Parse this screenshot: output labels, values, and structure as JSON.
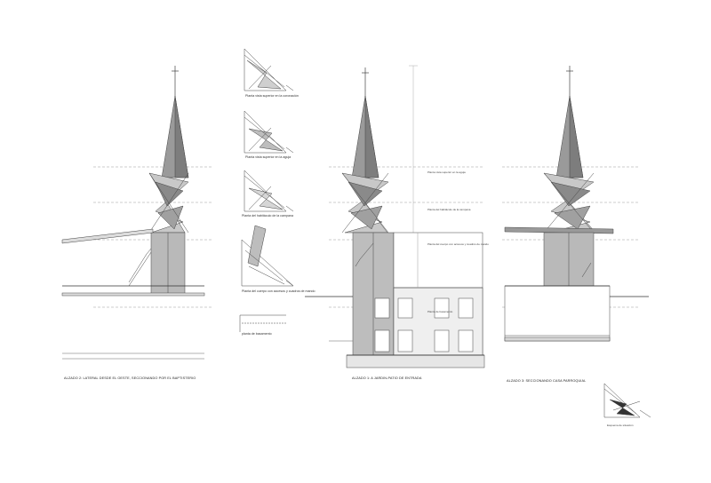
{
  "elevations": {
    "left_caption": "ALZADO 2: LATERAL DESDE EL OESTE, SECCIONANDO POR EL BAPTISTERIO",
    "center_caption": "ALZADO 1: A JARDIN-PATIO DE ENTRADA",
    "right_caption": "ALZADO 3: SECCIONANDO CASA PARROQUIAL"
  },
  "plans": [
    {
      "label": "Planta vista superior en la coronación"
    },
    {
      "label": "Planta vista superior en la aguja"
    },
    {
      "label": "Planta del habitáculo de la campana"
    },
    {
      "label": "Planta del cuerpo con accesos y cuadros de mando"
    },
    {
      "label": "planta de basamento"
    }
  ],
  "level_labels": [
    {
      "label": "Planta vista superior en la aguja"
    },
    {
      "label": "Planta del habitáculo de la campana"
    },
    {
      "label": "Planta del cuerpo con accesos y cuadros de mando"
    },
    {
      "label": "Planta de basamento"
    }
  ],
  "key_plan": {
    "label": "Esquema de situación"
  },
  "colors": {
    "line": "#444444",
    "tower_fill": "#9a9a9a",
    "tower_light": "#c8c8c8",
    "body_fill": "#b9b9b9"
  }
}
